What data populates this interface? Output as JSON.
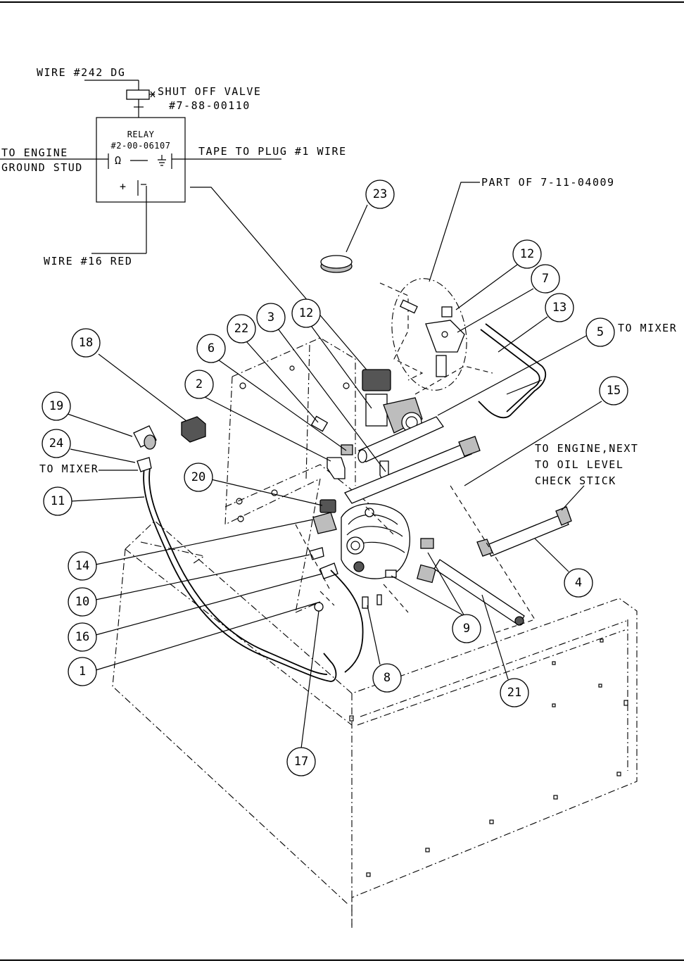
{
  "callouts": {
    "c1": "1",
    "c2": "2",
    "c3": "3",
    "c4": "4",
    "c5": "5",
    "c6": "6",
    "c7": "7",
    "c8": "8",
    "c9": "9",
    "c10": "10",
    "c11": "11",
    "c12a": "12",
    "c12b": "12",
    "c13": "13",
    "c14": "14",
    "c15": "15",
    "c16": "16",
    "c17": "17",
    "c18": "18",
    "c19": "19",
    "c20": "20",
    "c21": "21",
    "c22": "22",
    "c23": "23",
    "c24": "24"
  },
  "wiring": {
    "wire_242": "WIRE #242 DG",
    "shutoff_line1": "SHUT OFF VALVE",
    "shutoff_line2": "#7-88-00110",
    "relay_line1": "RELAY",
    "relay_line2": "#2-00-06107",
    "to_engine_line1": "TO ENGINE",
    "to_engine_line2": "GROUND STUD",
    "tape_to_plug": "TAPE TO PLUG #1 WIRE",
    "wire_16": "WIRE #16 RED",
    "omega_symbol": "Ω",
    "plus_symbol": "+"
  },
  "notes": {
    "part_of": "PART OF 7-11-04009",
    "to_mixer_right": "TO MIXER",
    "to_mixer_left": "TO MIXER",
    "to_engine_oil_1": "TO ENGINE,NEXT",
    "to_engine_oil_2": "TO OIL LEVEL",
    "to_engine_oil_3": "CHECK STICK"
  }
}
